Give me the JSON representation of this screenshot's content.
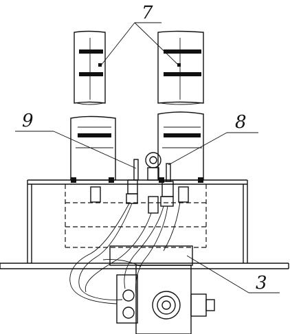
{
  "callouts": {
    "c7": "7",
    "c8": "8",
    "c9": "9",
    "c3": "3"
  },
  "colors": {
    "ink": "#111111",
    "background": "#ffffff"
  }
}
